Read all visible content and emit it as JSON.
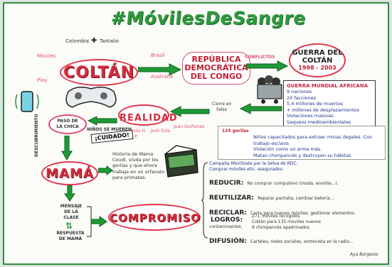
{
  "title": "#MóvilesDeSangre",
  "colombia_label": "Colombia",
  "tantalio_label": "Tantalio",
  "coltan": "COLTÁN",
  "moviles_label": "Móviles",
  "play_label": "Play",
  "brasil_label": "Brasil",
  "australia_label": "Australia",
  "rdc": [
    "REPÚBLICA",
    "DEMOCRÁTICA",
    "DEL CONGO"
  ],
  "conflictos_label": "CONFLICTOS",
  "guerra": [
    "GUERRA DEL",
    "COLTÁN"
  ],
  "guerra_years": "1998 - 2003",
  "guerra_mundial": {
    "heading": "GUERRA MUNDIAL AFRICANA",
    "items": [
      "9 naciones",
      "20 facciones",
      "5,4 millones de muertos",
      "+ millones de desplazamientos",
      "Violaciones masivas",
      "Saqueos medioambientales"
    ]
  },
  "cierre_label": [
    "Cierre en",
    "Falso"
  ],
  "realidad": "REALIDAD",
  "realidad_names": [
    "Juan Quiñones",
    "Jesús H.",
    "Josh Este",
    "L.P."
  ],
  "paso_chica": [
    "PASO DE",
    "LA CHICA"
  ],
  "ninos_mueren": "NIÑOS SE MUEREN",
  "cuidado": "¡CUIDADO!",
  "gorilas_box": {
    "heading": "135 gorilas",
    "items": [
      "Niños capacitados para extraer minas ilegales. Con trabajo esclavo.",
      "Violación como un arma más.",
      "Matan chimpancés y destruyen su hábitat."
    ]
  },
  "descubrimiento_label": "DESCUBRIMIENTO",
  "mama": "MAMÁ",
  "historia": "Historia de Mama Coudi, viuda por los gorilas y que ahora trabaja en un orfanato para primates.",
  "mensaje": [
    "MENSAJE",
    "DE LA",
    "CLASE"
  ],
  "respuesta": [
    "RESPUESTA",
    "DE MAMÁ"
  ],
  "compromiso": "COMPROMISO",
  "campana": [
    "Campaña Móvilízate por la Selva de RDC.",
    "Comprar móviles etic. asegurados."
  ],
  "actions": [
    {
      "label": "REDUCIR:",
      "text": "No comprar compulsivo (moda, envidia...)."
    },
    {
      "label": "REUTILIZAR:",
      "text": "Reparar pantalla, cambiar batería..."
    },
    {
      "label": "RECICLAR:",
      "text": "Carta para nuevos móviles, gestionar elementos contaminantes."
    },
    {
      "label": "DIFUSIÓN:",
      "text": "Carteles, redes sociales, entrevista en la radio..."
    }
  ],
  "logros": {
    "label": "LOGROS:",
    "items": [
      "271 móviles recogidos",
      "Coltán para 135 móviles nuevos",
      "9 chimpancés apadrinados"
    ]
  },
  "signature": "Aya Borgesio",
  "colors": {
    "green": "#2f9a3c",
    "red": "#d52c3e",
    "pink": "#e04d73",
    "border": "#2f8f3a"
  }
}
